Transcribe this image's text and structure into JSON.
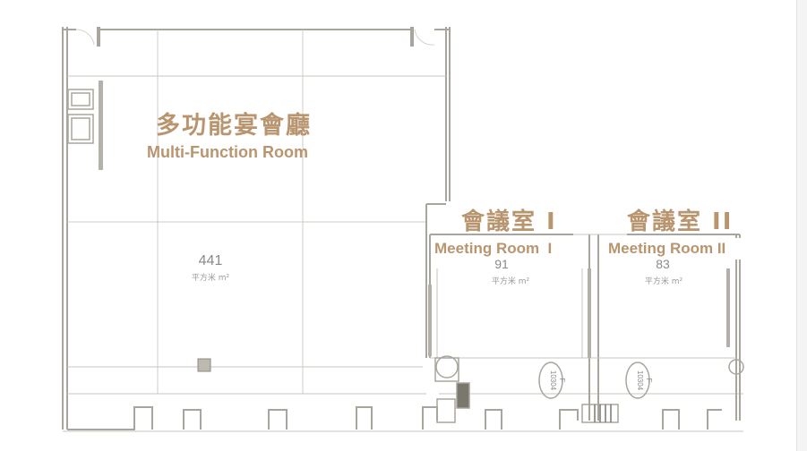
{
  "rooms": {
    "multi_function": {
      "name_zh": "多功能宴會廳",
      "name_en": "Multi-Function Room",
      "area": "441",
      "unit": "平方米 m²"
    },
    "meeting_1": {
      "name_zh": "會議室 I",
      "name_en": "Meeting Room  I",
      "area": "91",
      "unit": "平方米 m²"
    },
    "meeting_2": {
      "name_zh": "會議室 II",
      "name_en": "Meeting Room II",
      "area": "83",
      "unit": "平方米 m²"
    }
  },
  "fixtures": {
    "column_tag_1": "F\n10304",
    "column_tag_2": "F\n10304"
  },
  "colors": {
    "label": "#b8956f",
    "wall": "#a8a59c",
    "line": "#c9c6be"
  }
}
